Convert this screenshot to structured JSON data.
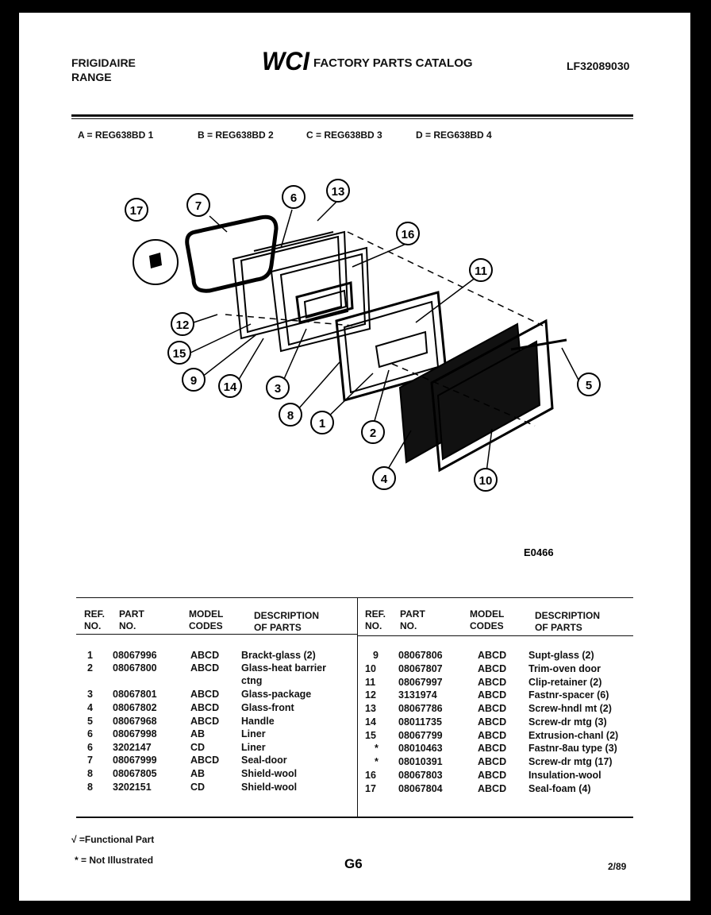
{
  "header": {
    "brand_line1": "FRIGIDAIRE",
    "brand_line2": "RANGE",
    "logo_text": "WCI",
    "catalog_title": "FACTORY PARTS CATALOG",
    "catalog_number": "LF32089030"
  },
  "models": {
    "a": "A = REG638BD 1",
    "b": "B = REG638BD 2",
    "c": "C = REG638BD 3",
    "d": "D = REG638BD 4"
  },
  "diagram": {
    "code": "E0466",
    "callouts": [
      "17",
      "7",
      "6",
      "13",
      "16",
      "11",
      "12",
      "15",
      "9",
      "14",
      "3",
      "8",
      "1",
      "2",
      "5",
      "4",
      "10"
    ]
  },
  "table": {
    "headers": {
      "ref1": "REF.",
      "ref2": "NO.",
      "part1": "PART",
      "part2": "NO.",
      "model1": "MODEL",
      "model2": "CODES",
      "desc1": "DESCRIPTION",
      "desc2": "OF PARTS"
    },
    "left_rows": [
      {
        "ref": "1",
        "part": "08067996",
        "codes": "ABCD",
        "desc": "Brackt-glass (2)"
      },
      {
        "ref": "2",
        "part": "08067800",
        "codes": "ABCD",
        "desc": "Glass-heat barrier"
      },
      {
        "ref": "",
        "part": "",
        "codes": "",
        "desc": "ctng"
      },
      {
        "ref": "3",
        "part": "08067801",
        "codes": "ABCD",
        "desc": "Glass-package"
      },
      {
        "ref": "4",
        "part": "08067802",
        "codes": "ABCD",
        "desc": "Glass-front"
      },
      {
        "ref": "5",
        "part": "08067968",
        "codes": "ABCD",
        "desc": "Handle"
      },
      {
        "ref": "6",
        "part": "08067998",
        "codes": "AB",
        "desc": "Liner"
      },
      {
        "ref": "6",
        "part": "3202147",
        "codes": "CD",
        "desc": "Liner"
      },
      {
        "ref": "7",
        "part": "08067999",
        "codes": "ABCD",
        "desc": "Seal-door"
      },
      {
        "ref": "8",
        "part": "08067805",
        "codes": "AB",
        "desc": "Shield-wool"
      },
      {
        "ref": "8",
        "part": "3202151",
        "codes": "CD",
        "desc": "Shield-wool"
      }
    ],
    "right_rows": [
      {
        "ref": "9",
        "part": "08067806",
        "codes": "ABCD",
        "desc": "Supt-glass (2)"
      },
      {
        "ref": "10",
        "part": "08067807",
        "codes": "ABCD",
        "desc": "Trim-oven door"
      },
      {
        "ref": "11",
        "part": "08067997",
        "codes": "ABCD",
        "desc": "Clip-retainer (2)"
      },
      {
        "ref": "12",
        "part": "3131974",
        "codes": "ABCD",
        "desc": "Fastnr-spacer (6)"
      },
      {
        "ref": "13",
        "part": "08067786",
        "codes": "ABCD",
        "desc": "Screw-hndl mt (2)"
      },
      {
        "ref": "14",
        "part": "08011735",
        "codes": "ABCD",
        "desc": "Screw-dr mtg (3)"
      },
      {
        "ref": "15",
        "part": "08067799",
        "codes": "ABCD",
        "desc": "Extrusion-chanl (2)"
      },
      {
        "ref": "*",
        "part": "08010463",
        "codes": "ABCD",
        "desc": "Fastnr-8au type (3)"
      },
      {
        "ref": "*",
        "part": "08010391",
        "codes": "ABCD",
        "desc": "Screw-dr mtg (17)"
      },
      {
        "ref": "16",
        "part": "08067803",
        "codes": "ABCD",
        "desc": "Insulation-wool"
      },
      {
        "ref": "17",
        "part": "08067804",
        "codes": "ABCD",
        "desc": "Seal-foam (4)"
      }
    ]
  },
  "footer": {
    "functional": "√ =Functional Part",
    "not_illustrated": "* = Not Illustrated",
    "page": "G6",
    "date": "2/89"
  }
}
